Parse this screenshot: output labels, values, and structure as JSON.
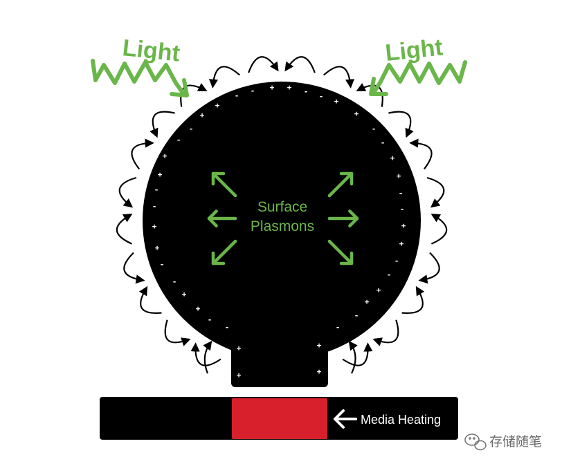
{
  "labels": {
    "light_left": "Light",
    "light_right": "Light",
    "center_line1": "Surface",
    "center_line2": "Plasmons",
    "media_heating": "Media Heating",
    "watermark": "存储随笔"
  },
  "colors": {
    "green": "#6ab64a",
    "black": "#000000",
    "red": "#d8202c",
    "white": "#ffffff",
    "watermark": "#6b6b6b"
  },
  "icons": {
    "left_arrow_icon": "arrow-left-icon",
    "watermark_icon": "wechat-icon"
  }
}
